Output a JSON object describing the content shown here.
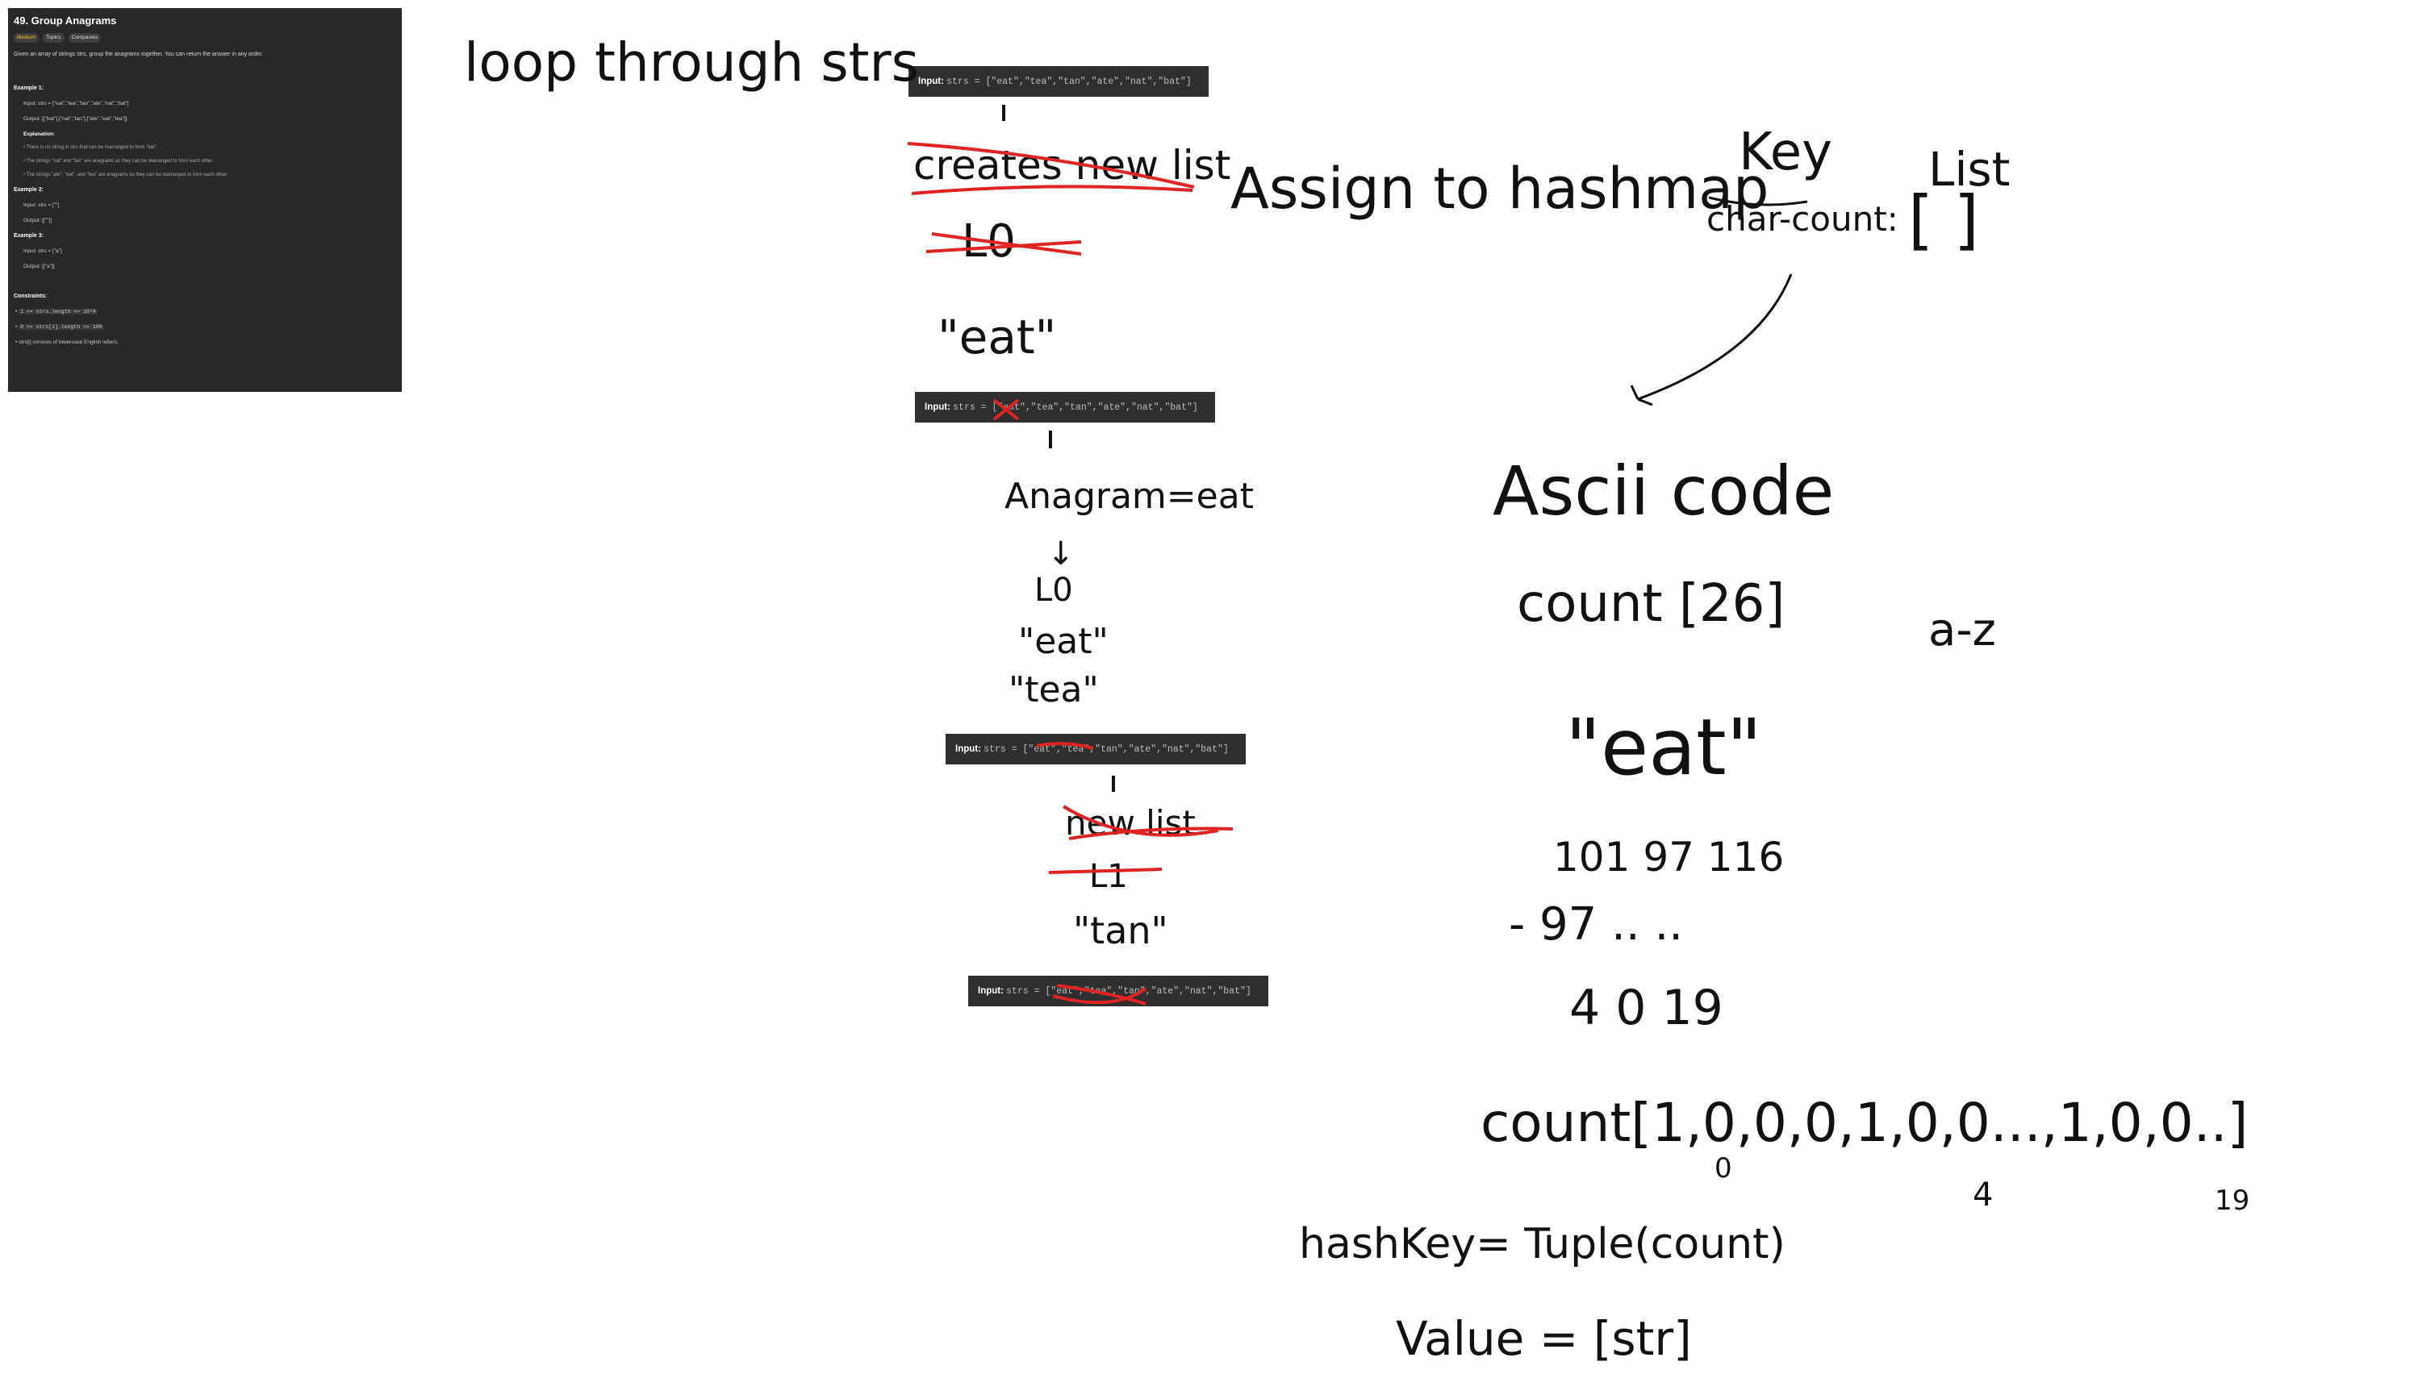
{
  "problem": {
    "title": "49. Group Anagrams",
    "tags": [
      "Medium",
      "Topics",
      "Companies"
    ],
    "description": "Given an array of strings strs, group the anagrams together. You can return the answer in any order.",
    "example1_heading": "Example 1:",
    "example1_input": "Input: strs = [\"eat\",\"tea\",\"tan\",\"ate\",\"nat\",\"bat\"]",
    "example1_output": "Output: [[\"bat\"],[\"nat\",\"tan\"],[\"ate\",\"eat\",\"tea\"]]",
    "explanation_heading": "Explanation:",
    "explanations": [
      "There is no string in strs that can be rearranged to form \"bat\".",
      "The strings \"nat\" and \"tan\" are anagrams as they can be rearranged to form each other.",
      "The strings \"ate\", \"eat\", and \"tea\" are anagrams as they can be rearranged to form each other."
    ],
    "example2_heading": "Example 2:",
    "example2_input": "Input: strs = [\"\"]",
    "example2_output": "Output: [[\"\"]]",
    "example3_heading": "Example 3:",
    "example3_input": "Input: strs = [\"a\"]",
    "example3_output": "Output: [[\"a\"]]",
    "constraints_heading": "Constraints:",
    "constraints": [
      "1 <= strs.length <= 10^4",
      "0 <= strs[i].length <= 100",
      "strs[i] consists of lowercase English letters."
    ]
  },
  "strips": {
    "label": "Input:",
    "value": "strs = [\"eat\",\"tea\",\"tan\",\"ate\",\"nat\",\"bat\"]"
  },
  "notes": {
    "loop": "loop through strs",
    "creates_new_list": "creates new list",
    "l0_a": "L0",
    "eat_a": "\"eat\"",
    "anagram_eat": "Anagram=eat",
    "l0_b": "L0",
    "eat_b": "\"eat\"",
    "tea": "\"tea\"",
    "new_list": "new list",
    "l1": "L1",
    "tan": "\"tan\"",
    "assign": "Assign to hashmap",
    "char_count": "char-count:",
    "key": "Key",
    "list": "List",
    "brackets": "[ ]",
    "ascii": "Ascii code",
    "count26": "count [26]",
    "az": "a-z",
    "eat_big": "\"eat\"",
    "codes": "101  97  116",
    "minus97": "- 97 ..   ..",
    "idx": "4  0  19",
    "count_array": "count[1,0,0,0,1,0,0...,1,0,0..]",
    "sub0": "0",
    "sub4": "4",
    "sub19": "19",
    "hashkey": "hashKey= Tuple(count)",
    "value": "Value = [str]"
  },
  "colors": {
    "ink": "#111111",
    "strike": "#e02424",
    "panel": "#282828",
    "strip": "#2f2f2f"
  }
}
